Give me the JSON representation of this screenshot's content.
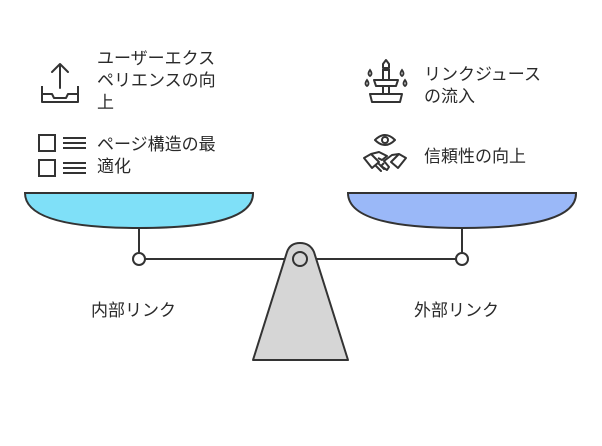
{
  "left_pan": {
    "caption": "内部リンク",
    "items": [
      {
        "icon": "upload-tray-icon",
        "lines": [
          "ユーザーエクス",
          "ペリエンスの向",
          "上"
        ]
      },
      {
        "icon": "checklist-icon",
        "lines": [
          "ページ構造の最",
          "適化"
        ]
      }
    ],
    "color": "#7fe0f8"
  },
  "right_pan": {
    "caption": "外部リンク",
    "items": [
      {
        "icon": "fountain-icon",
        "lines": [
          "リンクジュース",
          "の流入"
        ]
      },
      {
        "icon": "handshake-eye-icon",
        "lines": [
          "信頼性の向上"
        ]
      }
    ],
    "color": "#9ab8f8"
  }
}
